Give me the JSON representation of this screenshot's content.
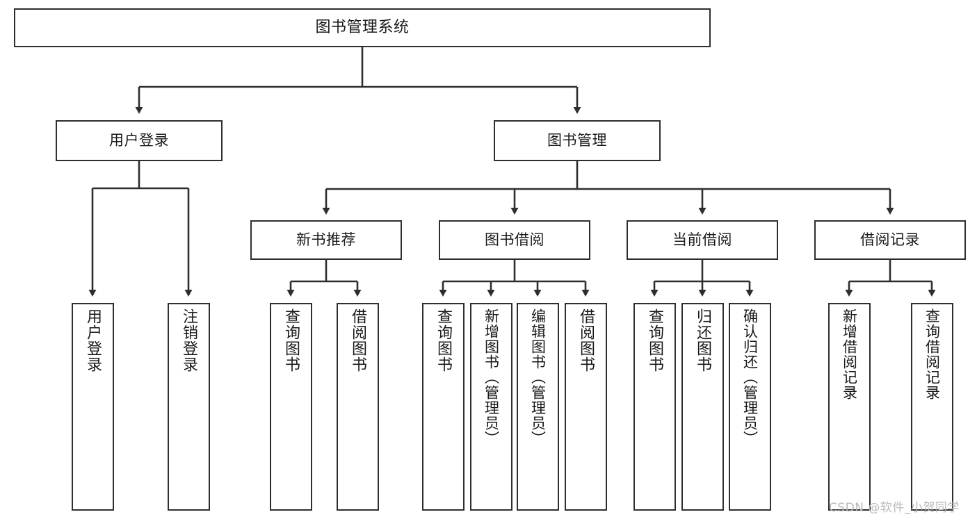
{
  "diagram": {
    "title": "图书管理系统",
    "type": "tree-hierarchy",
    "root": {
      "label": "图书管理系统"
    },
    "level1": [
      {
        "id": "user-login",
        "label": "用户登录"
      },
      {
        "id": "book-management",
        "label": "图书管理"
      }
    ],
    "level2": [
      {
        "id": "new-book-recommend",
        "label": "新书推荐",
        "parent": "book-management"
      },
      {
        "id": "book-borrow",
        "label": "图书借阅",
        "parent": "book-management"
      },
      {
        "id": "current-borrow",
        "label": "当前借阅",
        "parent": "book-management"
      },
      {
        "id": "borrow-record",
        "label": "借阅记录",
        "parent": "book-management"
      }
    ],
    "leaves": {
      "user-login": [
        {
          "id": "leaf-user-login",
          "label": "用户登录"
        },
        {
          "id": "leaf-user-logout",
          "label": "注销登录"
        }
      ],
      "new-book-recommend": [
        {
          "id": "leaf-query-book-1",
          "label": "查询图书"
        },
        {
          "id": "leaf-borrow-book-1",
          "label": "借阅图书"
        }
      ],
      "book-borrow": [
        {
          "id": "leaf-query-book-2",
          "label": "查询图书"
        },
        {
          "id": "leaf-add-book",
          "label": "新增图书（管理员）"
        },
        {
          "id": "leaf-edit-book",
          "label": "编辑图书（管理员）"
        },
        {
          "id": "leaf-borrow-book-2",
          "label": "借阅图书"
        }
      ],
      "current-borrow": [
        {
          "id": "leaf-query-book-3",
          "label": "查询图书"
        },
        {
          "id": "leaf-return-book",
          "label": "归还图书"
        },
        {
          "id": "leaf-confirm-return",
          "label": "确认归还（管理员）"
        }
      ],
      "borrow-record": [
        {
          "id": "leaf-add-record",
          "label": "新增借阅记录"
        },
        {
          "id": "leaf-query-record",
          "label": "查询借阅记录"
        }
      ]
    },
    "colors": {
      "box_border": "#2e2e2e",
      "box_fill": "#ffffff",
      "connector": "#2e2e2e",
      "text": "#1a1a1a",
      "watermark": "#b9b9b9"
    }
  },
  "watermark": {
    "text": "CSDN @软件_小贺同学"
  }
}
